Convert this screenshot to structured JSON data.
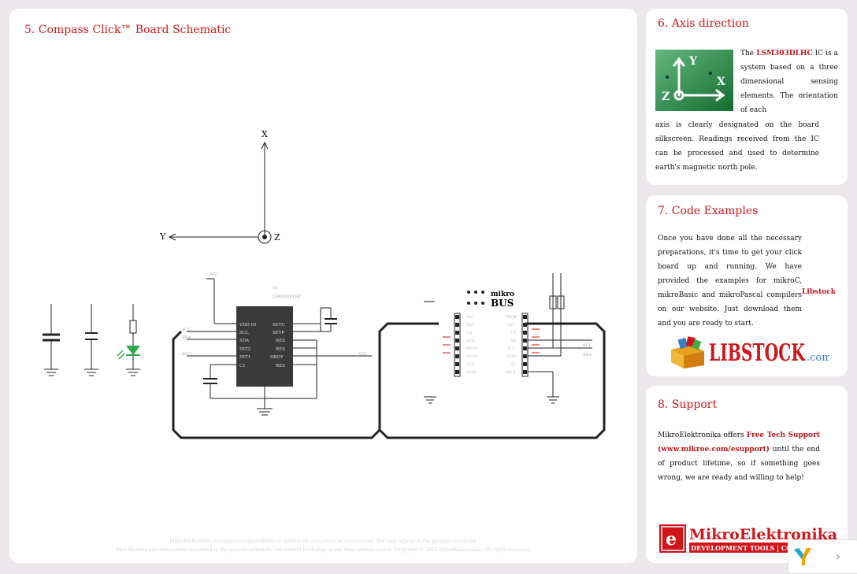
{
  "schematic": {
    "title": "5. Compass Click™ Board Schematic",
    "axis_labels": {
      "x": "X",
      "y": "Y",
      "z": "Z"
    },
    "ic_pins_left": [
      "VDD IO",
      "SCL",
      "SDA",
      "INT2",
      "INT1",
      "C1"
    ],
    "ic_pins_right": [
      "SETC",
      "SETP",
      "RES",
      "RES",
      "DRDY",
      "RES"
    ],
    "ic_title": "U1",
    "ic_part": "LSM303DLHC",
    "net_labels": [
      "SCL",
      "SDA",
      "INT1",
      "VCC",
      "3V3",
      "SCL",
      "SDA"
    ],
    "mikrobus_logo_top": "mikro",
    "mikrobus_logo_bottom": "BUS",
    "mikrobus_left_pins": [
      "AN",
      "RST",
      "CS",
      "SCK",
      "MISO",
      "MOSI",
      "3.3V",
      "GND"
    ],
    "mikrobus_right_pins": [
      "PWM",
      "INT",
      "TX",
      "RX",
      "SCL",
      "SDA",
      "5V",
      "GND"
    ],
    "footer_line1": "MikroElektronika assumes no responsibility or liability for any errors or inaccuracies that may appear in the present document.",
    "footer_line2": "Specification and information contained in the present schematic are subject to change at any time without notice. Copyright © 2013 MikroElektronika. All rights reserved."
  },
  "axis_direction": {
    "title": "6. Axis direction",
    "text_pre": "The",
    "ic_name": "LSM303DLHC",
    "text_post": "IC is a system based on a three dimensional sensing elements. The orientation of each",
    "text_bottom": "axis is clearly designated on the board silkscreen. Readings received from the IC can be processed and used to determine earth's magnetic north pole.",
    "photo_labels": {
      "y": "Y",
      "x": "X",
      "z": "Z"
    }
  },
  "code_examples": {
    "title": "7. Code Examples",
    "text": "Once you have done all the necessary preparations, it's time to get your click board up and running. We have provided the examples for mikroC, mikroBasic and mikroPascal compilers on our",
    "link": "Libstock",
    "text_after": "website. Just download them and you are ready to start.",
    "logo_text": "LIBSTOCK",
    "logo_suffix": ".com"
  },
  "support": {
    "title": "8. Support",
    "text_pre": "MikroElektronika offers",
    "link1": "Free Tech Support",
    "link2": "(www.mikroe.com/esupport)",
    "text_post": "until the end of product lifetime, so if something goes wrong, we are ready and willing to help!"
  },
  "brand": {
    "name": "MikroElektronika",
    "tagline": "DEVELOPMENT TOOLS | CO"
  },
  "widget": {
    "next_symbol": "›"
  },
  "colors": {
    "accent": "#d0161b",
    "background": "#ebe7ea",
    "panel": "#ffffff",
    "photo_green": "#1f9a45"
  }
}
